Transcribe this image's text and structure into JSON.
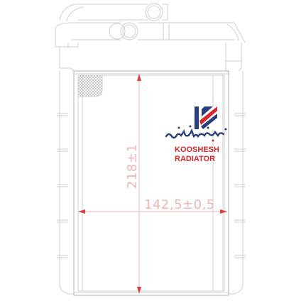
{
  "dimensions": {
    "height_label": "218±1",
    "width_label": "142,5±0,5"
  },
  "brand": {
    "name_line1": "KOOSHESH",
    "name_line2": "RADIATOR",
    "colors": {
      "navy": "#2a3d7c",
      "red": "#d9262b"
    },
    "logo_icon": "k-letter-logo-icon"
  },
  "colors": {
    "outline": "#cfcfcf",
    "dimension_line": "#f3b1b1",
    "dimension_arrow": "#e23b3b",
    "dimension_text": "#f2b5b5"
  }
}
